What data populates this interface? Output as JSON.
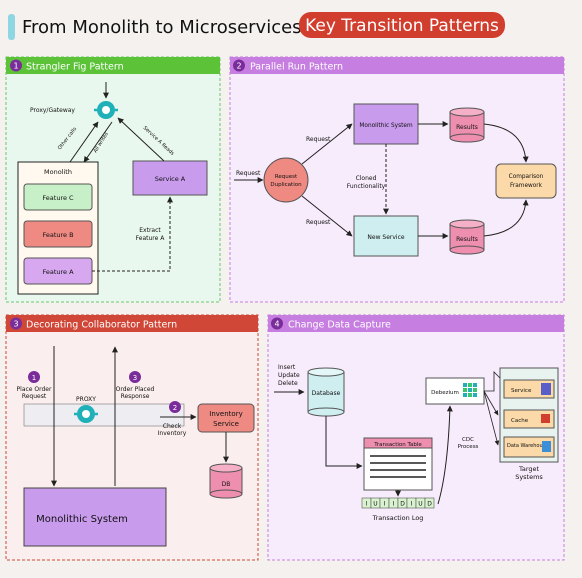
{
  "title": {
    "main": "From Monolith to Microservices:",
    "highlight": "Key Transition Patterns"
  },
  "panels": {
    "p1": {
      "num": "1",
      "header": "Strangler Fig Pattern",
      "proxy": "Proxy/Gateway",
      "monolith": "Monolith",
      "feature_c": "Feature C",
      "feature_b": "Feature B",
      "feature_a": "Feature A",
      "service_a": "Service A",
      "extract": [
        "Extract",
        "Feature A"
      ],
      "other_calls": "Other calls",
      "all_writes": "All writes",
      "service_a_reads": "Service A Reads"
    },
    "p2": {
      "num": "2",
      "header": "Parallel Run Pattern",
      "request_in": "Request",
      "dup": [
        "Request",
        "Duplication"
      ],
      "req_top": "Request",
      "req_bottom": "Request",
      "monolithic": "Monolithic System",
      "new_service": "New Service",
      "cloned": [
        "Cloned",
        "Functionality"
      ],
      "results_top": "Results",
      "results_bottom": "Results",
      "comparison": [
        "Comparison",
        "Framework"
      ]
    },
    "p3": {
      "num": "3",
      "header": "Decorating Collaborator Pattern",
      "step1_num": "1",
      "step1": [
        "Place Order",
        "Request"
      ],
      "step3_num": "3",
      "step3": [
        "Order Placed",
        "Response"
      ],
      "step2_num": "2",
      "step2": [
        "Check",
        "Inventory"
      ],
      "proxy": "PROXY",
      "inventory": [
        "Inventory",
        "Service"
      ],
      "db": "DB",
      "monolithic": "Monolithic System"
    },
    "p4": {
      "num": "4",
      "header": "Change Data Capture",
      "ops": [
        "Insert",
        "Update",
        "Delete"
      ],
      "database": "Database",
      "debezium": "Debezium",
      "transaction_table": "Transaction Table",
      "log_cells": [
        "I",
        "U",
        "I",
        "I",
        "D",
        "I",
        "U",
        "D"
      ],
      "transaction_log": "Transaction Log",
      "cdc": [
        "CDC",
        "Process"
      ],
      "targets": [
        "Service",
        "Cache",
        "Data Warehouse"
      ],
      "target_label": [
        "Target",
        "Systems"
      ]
    }
  },
  "colors": {
    "p1_header": "#5cc339",
    "p2_header": "#c67ee0",
    "p3_header": "#d04637",
    "p4_header": "#c67ee0",
    "title_highlight": "#d23e2e",
    "feature_c": "#c8f0c8",
    "feature_b": "#ee8a82",
    "feature_a": "#d7a8f0",
    "purple_box": "#c99bed",
    "teal_box": "#cfeef0",
    "results": "#ef8fb0",
    "comparison": "#fbd9a8",
    "dup": "#ee8a82",
    "inventory": "#ee8a82",
    "icon_teal": "#1fb0b8",
    "numbadge": "#7a2d9a"
  }
}
